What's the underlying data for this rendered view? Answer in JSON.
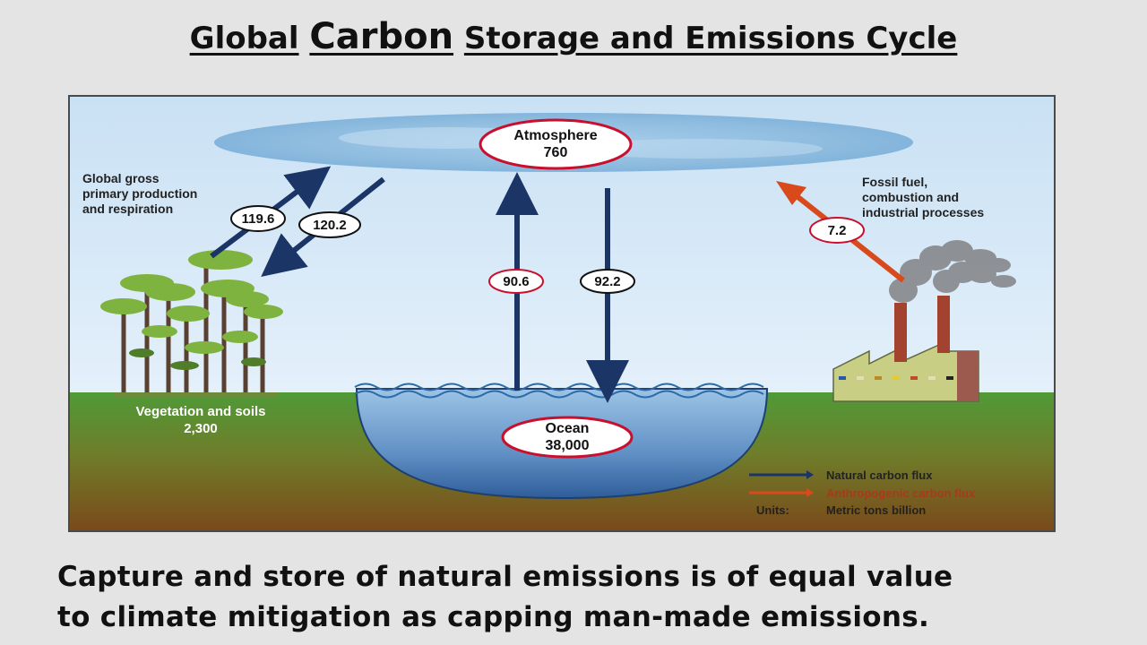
{
  "title": {
    "part1": "Global",
    "part2": "Carbon",
    "part3": "Storage and Emissions Cycle"
  },
  "diagram": {
    "atmosphere": {
      "name": "Atmosphere",
      "value": "760"
    },
    "ocean": {
      "name": "Ocean",
      "value": "38,000"
    },
    "vegetation": {
      "name": "Vegetation and soils",
      "value": "2,300"
    },
    "vegetation_flux_label": [
      "Global gross",
      "primary production",
      "and respiration"
    ],
    "fossil_label": [
      "Fossil fuel,",
      "combustion and",
      "industrial processes"
    ],
    "fluxes": {
      "veg_up": "119.6",
      "veg_down": "120.2",
      "ocean_up": "90.6",
      "ocean_down": "92.2",
      "fossil": "7.2"
    },
    "legend": {
      "natural": "Natural carbon flux",
      "anthropogenic": "Anthropogenic carbon flux",
      "units_label": "Units:",
      "units_value": "Metric tons billion"
    },
    "colors": {
      "natural": "#1a3566",
      "anthropogenic": "#d84a1c",
      "oval_border": "#c8102e"
    }
  },
  "caption": {
    "line1": "Capture and store of natural emissions is of equal value",
    "line2": "to climate mitigation as capping man-made emissions."
  }
}
